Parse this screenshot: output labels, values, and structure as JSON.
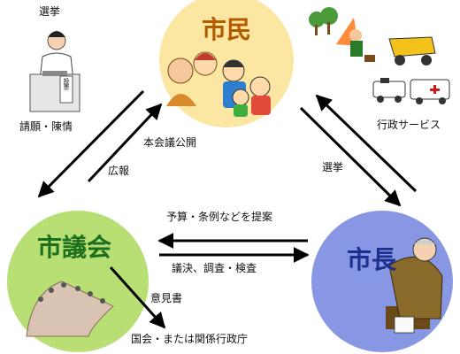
{
  "nodes": {
    "citizens": {
      "label": "市民",
      "circle_color": "#fbe7a1",
      "label_color": "#b25a00"
    },
    "assembly": {
      "label": "市議会",
      "circle_color": "#b7df73",
      "label_color": "#1d6e1d"
    },
    "mayor": {
      "label": "市長",
      "circle_color": "#8797e4",
      "label_color": "#1b2f8c"
    }
  },
  "labels": {
    "election_top": "選挙",
    "petition": "請願・陳情",
    "assembly_public": "本会議公開",
    "public_relations": "広報",
    "administrative_services": "行政サービス",
    "election_right": "選挙",
    "proposal": "予算・条例などを提案",
    "decision": "議決、調査・検査",
    "opinion": "意見書",
    "national": "国会・または関係行政庁"
  },
  "ballot_box_text": "投票"
}
